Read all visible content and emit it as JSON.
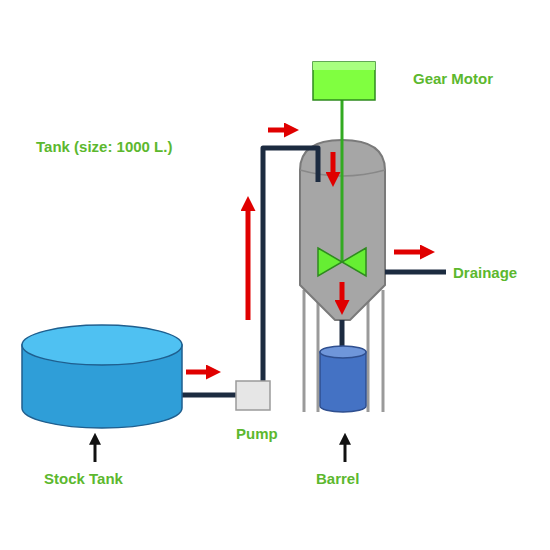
{
  "diagram": {
    "labels": [
      "Gear Motor",
      "Tank (size: 1000 L.)",
      "Drainage",
      "Pump",
      "Stock Tank",
      "Barrel"
    ]
  }
}
